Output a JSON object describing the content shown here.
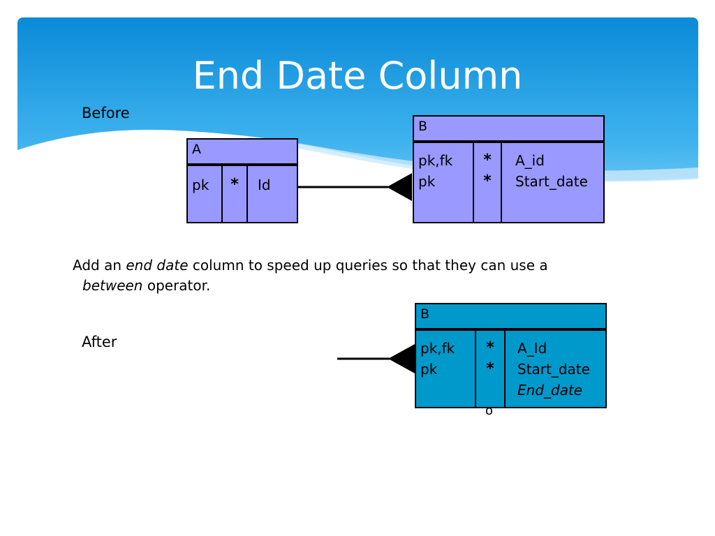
{
  "title": "End Date Column",
  "labels": {
    "before": "Before",
    "after": "After"
  },
  "paragraph": {
    "p1": "Add an ",
    "p1_italic": "end date",
    "p2": " column to speed up queries so that they can use a",
    "p3_italic": "between",
    "p4": " operator."
  },
  "before": {
    "entity_a": {
      "name": "A",
      "keys": [
        "pk"
      ],
      "markers": [
        "*"
      ],
      "fields": [
        "Id"
      ]
    },
    "entity_b": {
      "name": "B",
      "keys": [
        "pk,fk",
        "pk"
      ],
      "markers": [
        "*",
        "*"
      ],
      "fields": [
        "A_id",
        "Start_date"
      ]
    }
  },
  "after": {
    "entity_b": {
      "name": "B",
      "keys": [
        "pk,fk",
        "pk"
      ],
      "markers": [
        "*",
        "*",
        "o"
      ],
      "fields": [
        "A_Id",
        "Start_date"
      ],
      "field_italic": "End_date"
    }
  },
  "colors": {
    "header_blue": "#0a8fdc",
    "entity_purple": "#9999ff",
    "entity_teal": "#0099cc"
  }
}
